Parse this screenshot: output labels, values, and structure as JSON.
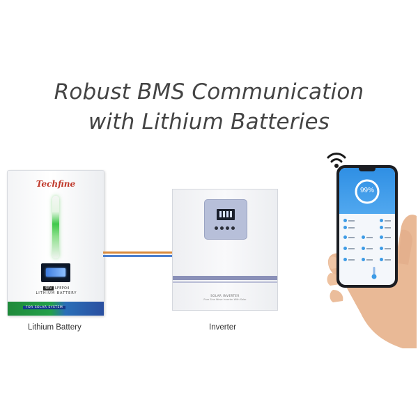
{
  "headline": {
    "line1": "Robust BMS Communication",
    "line2": "with Lithium Batteries"
  },
  "battery": {
    "brand": "Techfine",
    "voltage_badge": "48V",
    "chemistry": "LFEPO4",
    "type_label": "LITHIUM BATTERY",
    "stripe_label": "FOR SOLAR SYSTEM",
    "caption": "Lithium Battery"
  },
  "inverter": {
    "label_line1": "SOLAR INVERTER",
    "label_line2": "Pure Sine Wave Inverter With Solar",
    "caption": "Inverter"
  },
  "phone": {
    "soc_reading": "99%",
    "soc_fraction": 0.99,
    "accent_color": "#2f8fe4"
  },
  "icons": {
    "wifi": "wifi-icon",
    "thermometer": "thermometer-icon"
  },
  "colors": {
    "headline": "#444444",
    "brand": "#c0392b",
    "cable_orange": "#d98a3c",
    "cable_blue": "#4a7fd0",
    "battery_stripe_green": "#23a04a",
    "battery_stripe_blue": "#2a4fa0"
  }
}
